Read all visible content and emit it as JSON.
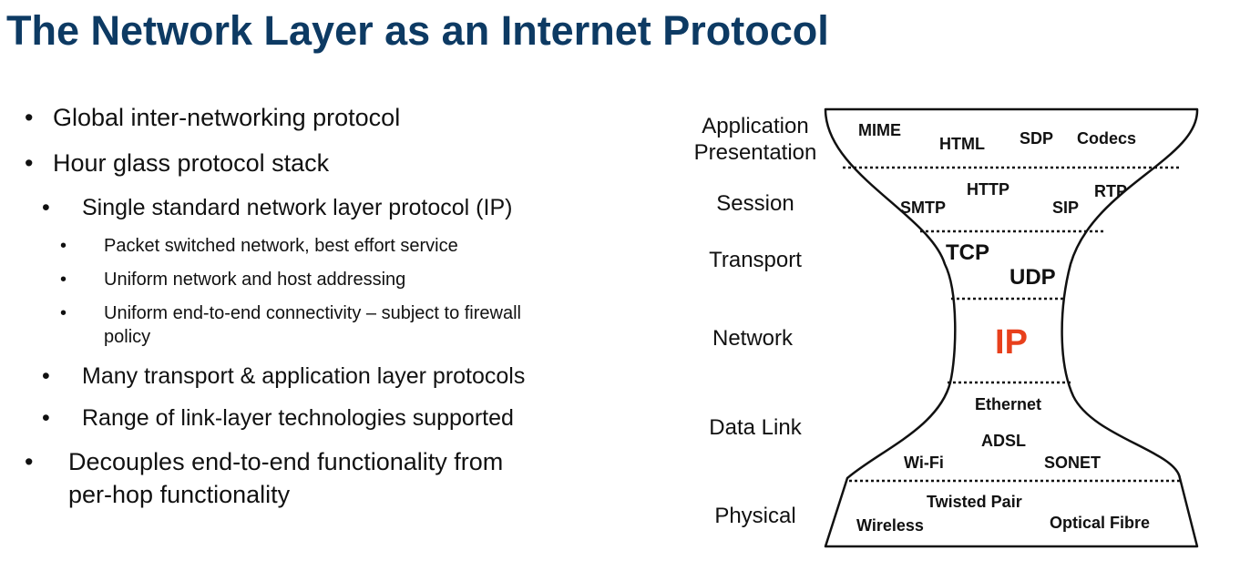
{
  "slide": {
    "title": "The Network Layer as an Internet Protocol",
    "title_color": "#0d3a63",
    "bullets": [
      {
        "text": "Global inter-networking protocol"
      },
      {
        "text": "Hour glass protocol stack"
      },
      {
        "text": "Single standard network layer protocol (IP)"
      },
      {
        "text": "Packet switched network, best effort service"
      },
      {
        "text": "Uniform network and host addressing"
      },
      {
        "text": "Uniform end-to-end connectivity – subject to firewall",
        "text2": "policy"
      },
      {
        "text": "Many transport & application layer protocols"
      },
      {
        "text": "Range of link-layer technologies supported"
      },
      {
        "text": "Decouples end-to-end functionality from",
        "text2": "per-hop functionality"
      }
    ],
    "bullet_glyph": "•"
  },
  "hourglass": {
    "layers": [
      "Application",
      "Presentation",
      "Session",
      "Transport",
      "Network",
      "Data Link",
      "Physical"
    ],
    "protocols": {
      "application": [
        "MIME",
        "HTML",
        "SDP",
        "Codecs"
      ],
      "session": [
        "HTTP",
        "SMTP",
        "SIP",
        "RTP"
      ],
      "transport": [
        "TCP",
        "UDP"
      ],
      "network": [
        "IP"
      ],
      "datalink": [
        "Ethernet",
        "ADSL",
        "Wi-Fi",
        "SONET"
      ],
      "physical": [
        "Twisted Pair",
        "Wireless",
        "Optical Fibre"
      ]
    },
    "ip_color": "#e8401c",
    "outline_color": "#111111"
  }
}
